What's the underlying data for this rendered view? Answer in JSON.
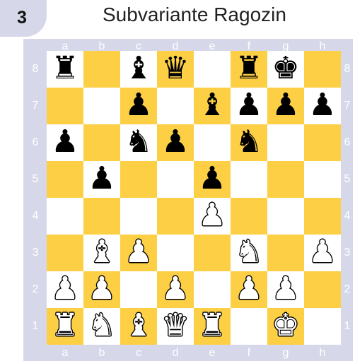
{
  "diagram": {
    "number": "3",
    "title": "Subvariante Ragozin",
    "files": [
      "a",
      "b",
      "c",
      "d",
      "e",
      "f",
      "g",
      "h"
    ],
    "ranks": [
      "8",
      "7",
      "6",
      "5",
      "4",
      "3",
      "2",
      "1"
    ],
    "colors": {
      "dark_square": "#fccf45",
      "light_square": "#ffffff",
      "frame": "#d6d8ea"
    },
    "position": [
      [
        "r",
        "",
        "b",
        "q",
        "",
        "r",
        "k",
        ""
      ],
      [
        "",
        "",
        "p",
        "",
        "b",
        "p",
        "p",
        "p"
      ],
      [
        "p",
        "",
        "n",
        "p",
        "",
        "n",
        "",
        ""
      ],
      [
        "",
        "p",
        "",
        "",
        "p",
        "",
        "",
        ""
      ],
      [
        "",
        "",
        "",
        "",
        "P",
        "",
        "",
        ""
      ],
      [
        "",
        "B",
        "P",
        "",
        "",
        "N",
        "",
        "P"
      ],
      [
        "P",
        "P",
        "",
        "P",
        "",
        "P",
        "P",
        ""
      ],
      [
        "R",
        "N",
        "B",
        "Q",
        "R",
        "",
        "K",
        ""
      ]
    ]
  }
}
